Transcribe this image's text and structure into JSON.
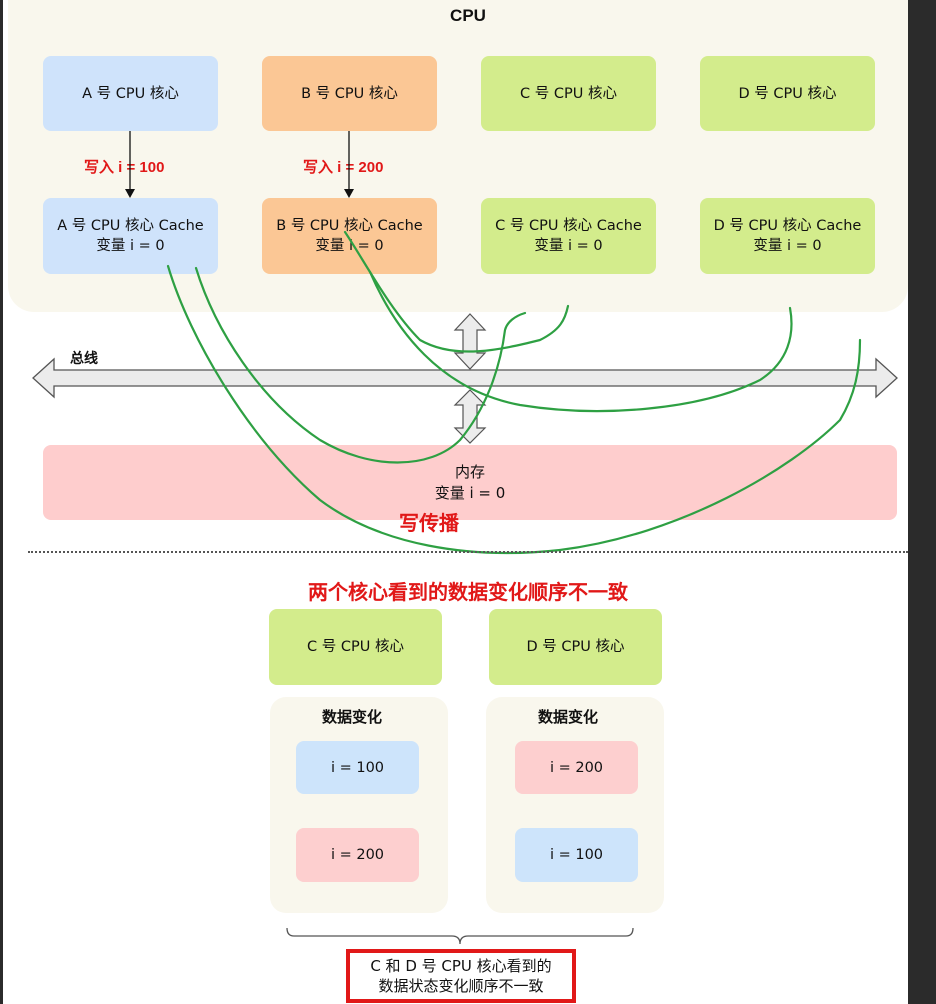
{
  "cpu": {
    "title": "CPU",
    "cores": [
      {
        "label": "A 号 CPU 核心",
        "color": "#cfe3fb"
      },
      {
        "label": "B 号 CPU 核心",
        "color": "#fbc795"
      },
      {
        "label": "C 号 CPU 核心",
        "color": "#d3ec8c"
      },
      {
        "label": "D 号 CPU 核心",
        "color": "#d3ec8c"
      }
    ],
    "caches": [
      {
        "name": "A 号 CPU 核心 Cache",
        "value": "变量 i  = 0"
      },
      {
        "name": "B 号 CPU 核心 Cache",
        "value": "变量 i  = 0"
      },
      {
        "name": "C 号 CPU 核心 Cache",
        "value": "变量 i  = 0"
      },
      {
        "name": "D 号 CPU 核心 Cache",
        "value": "变量 i  = 0"
      }
    ],
    "writes": [
      "写入 i = 100",
      "写入 i = 200"
    ]
  },
  "bus": {
    "label": "总线"
  },
  "memory": {
    "name": "内存",
    "value": "变量 i = 0"
  },
  "propagation_label": "写传播",
  "inconsistency": {
    "heading": "两个核心看到的数据变化顺序不一致",
    "columns": [
      {
        "core": "C 号 CPU 核心",
        "title": "数据变化",
        "steps": [
          "i = 100",
          "i = 200"
        ],
        "step_colors": [
          "#cde4fb",
          "#fdcfcf"
        ]
      },
      {
        "core": "D 号 CPU 核心",
        "title": "数据变化",
        "steps": [
          "i = 200",
          "i = 100"
        ],
        "step_colors": [
          "#fdcfcf",
          "#cde4fb"
        ]
      }
    ],
    "note_line1": "C 和 D 号 CPU 核心看到的",
    "note_line2": "数据状态变化顺序不一致"
  },
  "colors": {
    "accent_red": "#e11818",
    "annotation_green": "#2ea043",
    "panel_bg": "#f9f7ed"
  }
}
